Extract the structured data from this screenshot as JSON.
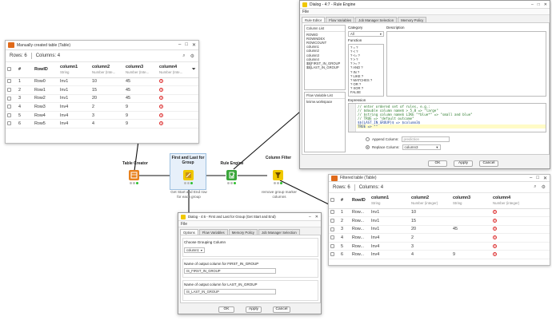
{
  "table1": {
    "title": "Manually created table (Table)",
    "rows_label": "Rows: 6",
    "cols_label": "Columns: 4",
    "headers": [
      {
        "name": "#",
        "type": ""
      },
      {
        "name": "RowID",
        "type": ""
      },
      {
        "name": "column1",
        "type": "String"
      },
      {
        "name": "column2",
        "type": "Number (Inte..."
      },
      {
        "name": "column3",
        "type": "Number (Inte..."
      },
      {
        "name": "column4",
        "type": "Number (Inte..."
      }
    ],
    "rows": [
      [
        "1",
        "Row0",
        "Inv1",
        "10",
        "45",
        "?"
      ],
      [
        "2",
        "Row1",
        "Inv1",
        "15",
        "45",
        "?"
      ],
      [
        "3",
        "Row2",
        "Inv1",
        "20",
        "45",
        "?"
      ],
      [
        "4",
        "Row3",
        "Inv4",
        "2",
        "9",
        "?"
      ],
      [
        "5",
        "Row4",
        "Inv4",
        "3",
        "9",
        "?"
      ],
      [
        "6",
        "Row5",
        "Inv4",
        "4",
        "9",
        "?"
      ]
    ]
  },
  "table2": {
    "title": "Filtered table (Table)",
    "rows_label": "Rows: 6",
    "cols_label": "Columns: 4",
    "headers": [
      {
        "name": "#",
        "type": ""
      },
      {
        "name": "RowID",
        "type": ""
      },
      {
        "name": "column1",
        "type": "String"
      },
      {
        "name": "column2",
        "type": "Number (integer)"
      },
      {
        "name": "column3",
        "type": "String"
      },
      {
        "name": "column4",
        "type": "Number (integer)"
      }
    ],
    "rows": [
      [
        "1",
        "Row...",
        "Inv1",
        "10",
        "",
        "?"
      ],
      [
        "2",
        "Row...",
        "Inv1",
        "15",
        "",
        "?"
      ],
      [
        "3",
        "Row...",
        "Inv1",
        "20",
        "45",
        "?"
      ],
      [
        "4",
        "Row...",
        "Inv4",
        "2",
        "",
        "?"
      ],
      [
        "5",
        "Row...",
        "Inv4",
        "3",
        "",
        "?"
      ],
      [
        "6",
        "Row...",
        "Inv4",
        "4",
        "9",
        "?"
      ]
    ]
  },
  "rule_dialog": {
    "title": "Dialog - 4:7 - Rule Engine",
    "menu": "File",
    "tabs": [
      "Rule Editor",
      "Flow Variables",
      "Job Manager Selection",
      "Memory Policy"
    ],
    "column_list_label": "Column List",
    "columns": [
      "ROWID",
      "ROWINDEX",
      "ROWCOUNT",
      "column1",
      "column2",
      "column3",
      "column4",
      "$${FIRST_IN_GROUP",
      "$${LAST_IN_GROUP"
    ],
    "category_label": "Category",
    "category_value": "All",
    "function_label": "Function",
    "functions": [
      "? = ?",
      "? < ?",
      "? <= ?",
      "? > ?",
      "? >= ?",
      "? AND ?",
      "? IN ?",
      "? LIKE ?",
      "? MATCHES ?",
      "? OR ?",
      "? XOR ?",
      "FALSE"
    ],
    "description_label": "Description",
    "flow_var_label": "Flow Variable List",
    "flow_vars": [
      "knime.workspace"
    ],
    "expression_label": "Expression",
    "code_lines": [
      "// enter ordered set of rules, e.g.:",
      "// $double column name$ > 5.0 => \"large\"",
      "// $string column name$ LIKE \"*blue*\" => \"small and blue\"",
      "// TRUE => \"default outcome\"",
      "$${LAST_IN_GROUP}$ => $column3$",
      "TRUE => \"\""
    ],
    "append_label": "Append Column:",
    "append_value": "prediction",
    "replace_label": "Replace Column:",
    "replace_value": "column3",
    "ok": "OK",
    "apply": "Apply",
    "cancel": "Cancel"
  },
  "group_dialog": {
    "title": "Dialog - 4:6 - First and Last for Group (Get Start and End)",
    "menu": "File",
    "tabs": [
      "Options",
      "Flow Variables",
      "Memory Policy",
      "Job Manager Selection"
    ],
    "choose_label": "Choose Grouping Column",
    "choose_value": "column1",
    "first_label": "Name of output column for FIRST_IN_GROUP",
    "first_value": "IS_FIRST_IN_GROUP",
    "last_label": "Name of output column for LAST_IN_GROUP",
    "last_value": "IS_LAST_IN_GROUP",
    "ok": "OK",
    "apply": "Apply",
    "cancel": "Cancel"
  },
  "workflow": {
    "nodes": [
      {
        "label": "Table Creator",
        "desc": "",
        "color": "#e8821e"
      },
      {
        "label": "First and Last for Group",
        "desc": "Get Start and End row for each group",
        "color": "#f0c800"
      },
      {
        "label": "Rule Engine",
        "desc": "",
        "color": "#3aa63a"
      },
      {
        "label": "Column Filter",
        "desc": "remove group marker columns",
        "color": "#f0c800"
      }
    ]
  },
  "colors": {
    "accent": "#f0c800",
    "missing": "#d33333"
  }
}
